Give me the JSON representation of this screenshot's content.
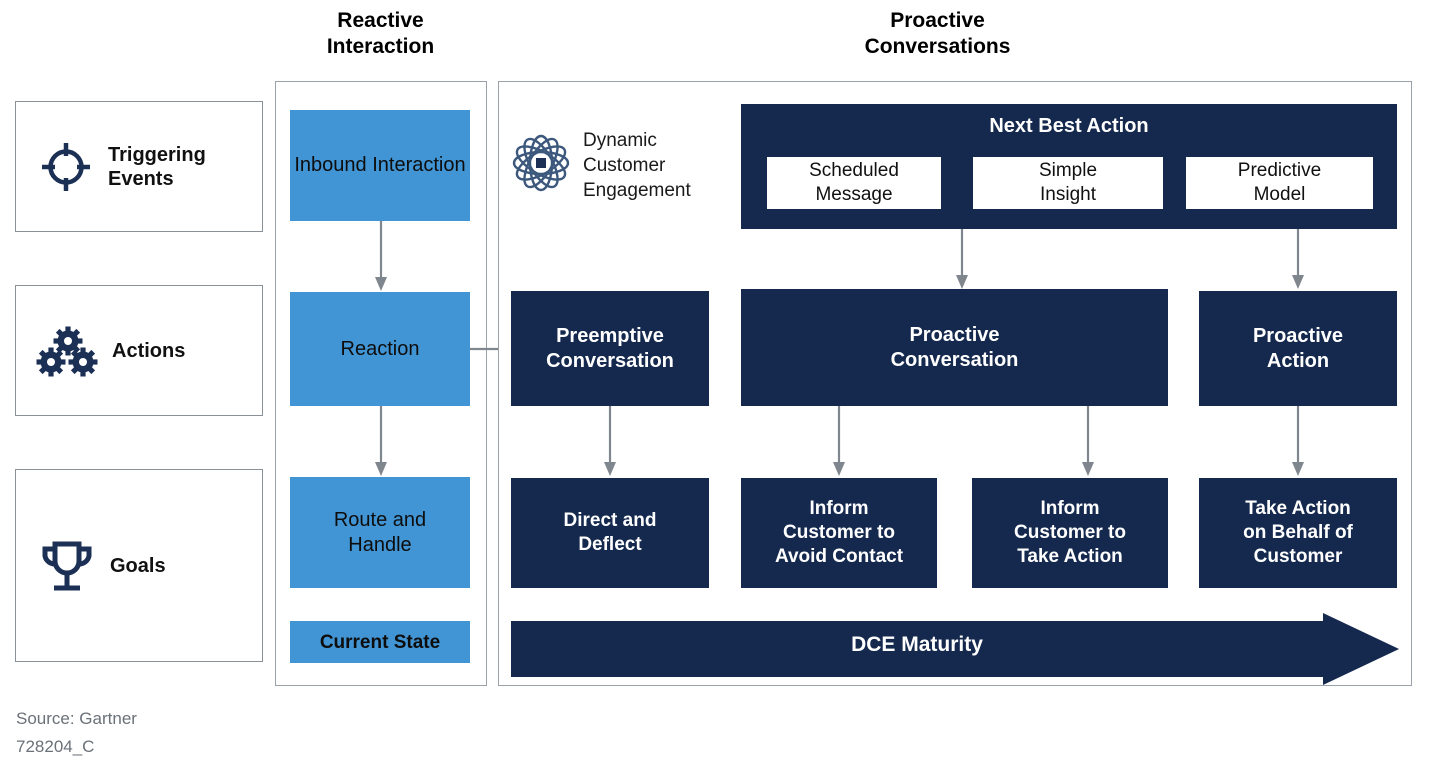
{
  "headers": {
    "reactive": "Reactive\nInteraction",
    "reactive_line1": "Reactive",
    "reactive_line2": "Interaction",
    "proactive_line1": "Proactive",
    "proactive_line2": "Conversations"
  },
  "row_labels": [
    {
      "label": "Triggering Events",
      "icon": "target-icon"
    },
    {
      "label": "Actions",
      "icon": "gears-icon"
    },
    {
      "label": "Goals",
      "icon": "trophy-icon"
    }
  ],
  "reactive_column": {
    "boxes": [
      {
        "label": "Inbound Interaction"
      },
      {
        "label": "Reaction"
      },
      {
        "label": "Route and Handle"
      },
      {
        "label": "Current State"
      }
    ]
  },
  "dce": {
    "icon": "atom-icon",
    "line1": "Dynamic",
    "line2": "Customer",
    "line3": "Engagement"
  },
  "next_best_action": {
    "title": "Next Best Action",
    "items": [
      {
        "label": "Scheduled Message"
      },
      {
        "label": "Simple Insight"
      },
      {
        "label": "Predictive Model"
      }
    ]
  },
  "actions_row": [
    {
      "label": "Preemptive Conversation"
    },
    {
      "label": "Proactive Conversation"
    },
    {
      "label": "Proactive Action"
    }
  ],
  "goals_row": [
    {
      "label": "Direct and Deflect"
    },
    {
      "label": "Inform Customer to Avoid Contact"
    },
    {
      "label": "Inform Customer to Take Action"
    },
    {
      "label": "Take Action on Behalf of Customer"
    }
  ],
  "maturity_arrow": {
    "label": "DCE Maturity"
  },
  "footer": {
    "source": "Source: Gartner",
    "code": "728204_C"
  },
  "colors": {
    "navy": "#15294e",
    "light_blue": "#4295d4",
    "panel_border": "#9aa1a8",
    "arrow_gray": "#7f868d",
    "footer_text": "#6b7178"
  }
}
